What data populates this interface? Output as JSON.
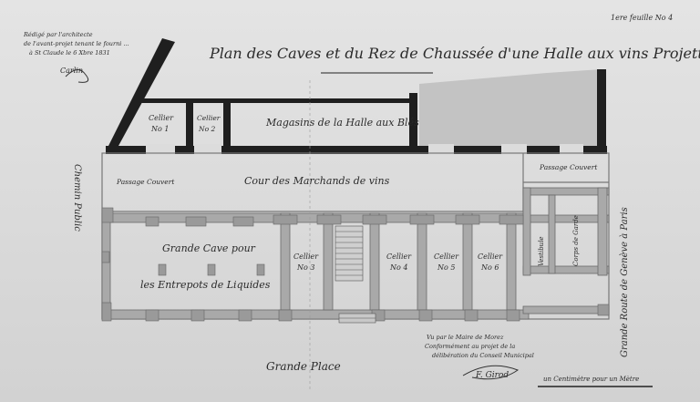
{
  "document": {
    "title": "Plan des Caves et du Rez de Chaussée d'une Halle aux vins Projettée pour Morez",
    "sheet_ref": "1ere feuille No 4",
    "approval_note": {
      "line1": "Rédigé par l'architecte",
      "line2": "de l'avant-projet tenant le fourni ...",
      "line3": "à St Claude le 6 Xbre 1831",
      "signature": "Carlin"
    },
    "mayor_note": {
      "line1": "Vu par le Maire de Morez",
      "line2": "Conformément au projet de la",
      "line3": "délibération du Conseil Municipal",
      "signature": "F. Girod"
    },
    "scale_note": "un Centimètre pour un Mètre"
  },
  "rooms": {
    "cellier_1": {
      "name": "Cellier",
      "number": "No 1"
    },
    "cellier_2": {
      "name": "Cellier",
      "number": "No 2"
    },
    "magasins": "Magasins de la Halle aux Blés",
    "passage_left": "Passage Couvert",
    "passage_right": "Passage Couvert",
    "cour": "Cour des Marchands de vins",
    "grande_cave_line1": "Grande Cave pour",
    "grande_cave_line2": "les Entrepots de Liquides",
    "cellier_3": {
      "name": "Cellier",
      "number": "No 3"
    },
    "cellier_4": {
      "name": "Cellier",
      "number": "No 4"
    },
    "cellier_5": {
      "name": "Cellier",
      "number": "No 5"
    },
    "cellier_6": {
      "name": "Cellier",
      "number": "No 6"
    },
    "vestibule": "Vestibule",
    "corps_de_garde": "Corps de Garde"
  },
  "streets": {
    "left": "Chemin Public",
    "bottom": "Grande Place",
    "right": "Grande Route de Genève à Paris"
  }
}
